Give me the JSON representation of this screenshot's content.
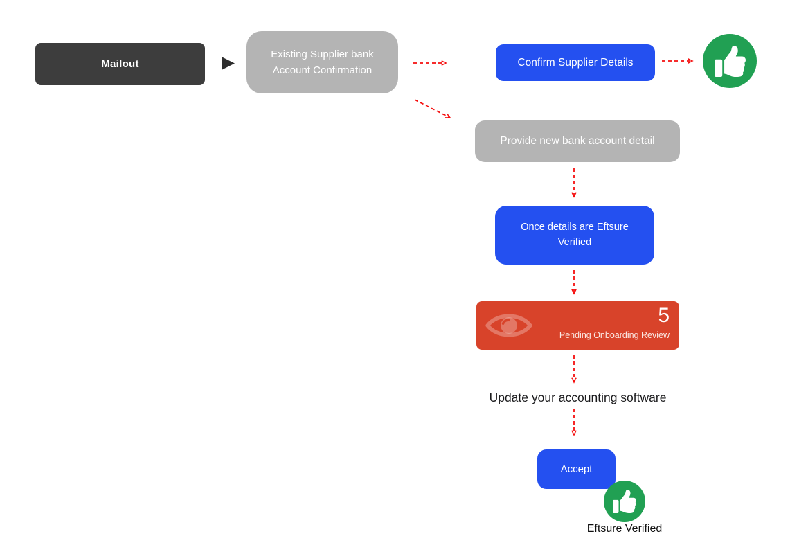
{
  "title": "Existing supplier bank account confirmation flow",
  "colors": {
    "dark_node": "#3d3d3d",
    "gray_node": "#b4b4b4",
    "blue_node": "#2450f0",
    "red_tile": "#d8432a",
    "green_badge": "#21a053",
    "arrow_red": "#f50f0f",
    "text_dark": "#1b1b1d"
  },
  "flow": {
    "mailout": {
      "label": "Mailout"
    },
    "existing_supplier": {
      "label": "Existing Supplier bank Account Confirmation"
    },
    "confirm_supplier": {
      "label": "Confirm Supplier Details"
    },
    "provide_new_bank": {
      "label": "Provide new bank account detail"
    },
    "once_verified": {
      "label": "Once details are Eftsure Verified"
    },
    "pending_review": {
      "count": "5",
      "label": "Pending Onboarding Review"
    },
    "update_software": {
      "label": "Update your accounting software"
    },
    "accept": {
      "label": "Accept"
    },
    "verified_caption": {
      "label": "Eftsure Verified"
    }
  },
  "icons": {
    "play_triangle": "right-pointing solid triangle",
    "thumbs_up": "white thumbs-up in green circle",
    "eye": "translucent eye glyph on red tile"
  }
}
